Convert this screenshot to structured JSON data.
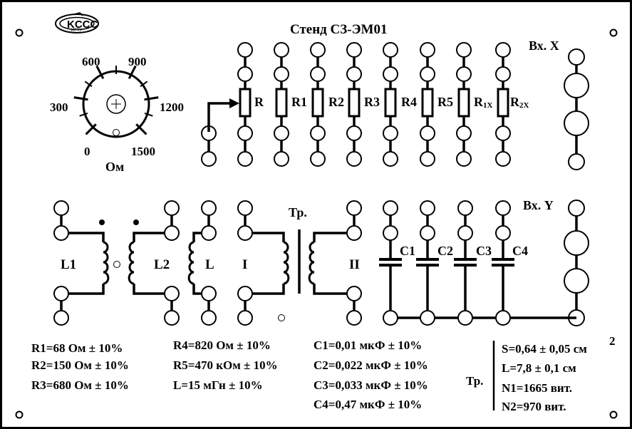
{
  "title": "Стенд СЗ-ЭМ01",
  "logo_text": "ИГТУ",
  "input_x": "Вх. X",
  "input_y": "Вх. Y",
  "dial": {
    "unit": "Ом",
    "ticks": [
      "0",
      "300",
      "600",
      "900",
      "1200",
      "1500"
    ]
  },
  "resistors": {
    "variable": "R",
    "list": [
      {
        "main": "R1",
        "sub": ""
      },
      {
        "main": "R2",
        "sub": ""
      },
      {
        "main": "R3",
        "sub": ""
      },
      {
        "main": "R4",
        "sub": ""
      },
      {
        "main": "R5",
        "sub": ""
      },
      {
        "main": "R",
        "sub": "1X"
      },
      {
        "main": "R",
        "sub": "2X"
      }
    ]
  },
  "inductors": {
    "l1": "L1",
    "l2": "L2",
    "l": "L",
    "primary": "I",
    "secondary": "II",
    "transformer": "Тр."
  },
  "capacitors": [
    "C1",
    "C2",
    "C3",
    "C4"
  ],
  "specs": {
    "col1": [
      "R1=68 Ом ± 10%",
      "R2=150 Ом ± 10%",
      "R3=680 Ом ± 10%"
    ],
    "col2": [
      "R4=820 Ом ± 10%",
      "R5=470 кОм ± 10%",
      "L=15 мГн ± 10%"
    ],
    "col3": [
      "C1=0,01 мкФ ± 10%",
      "C2=0,022 мкФ ± 10%",
      "C3=0,033 мкФ ± 10%",
      "C4=0,47 мкФ ± 10%"
    ],
    "transformer_label": "Тр.",
    "transformer": {
      "s": "S=0,64 ± 0,05 см",
      "s_sup": "2",
      "l": "L=7,8 ± 0,1 см",
      "n1": "N1=1665 вит.",
      "n2": "N2=970 вит."
    }
  }
}
